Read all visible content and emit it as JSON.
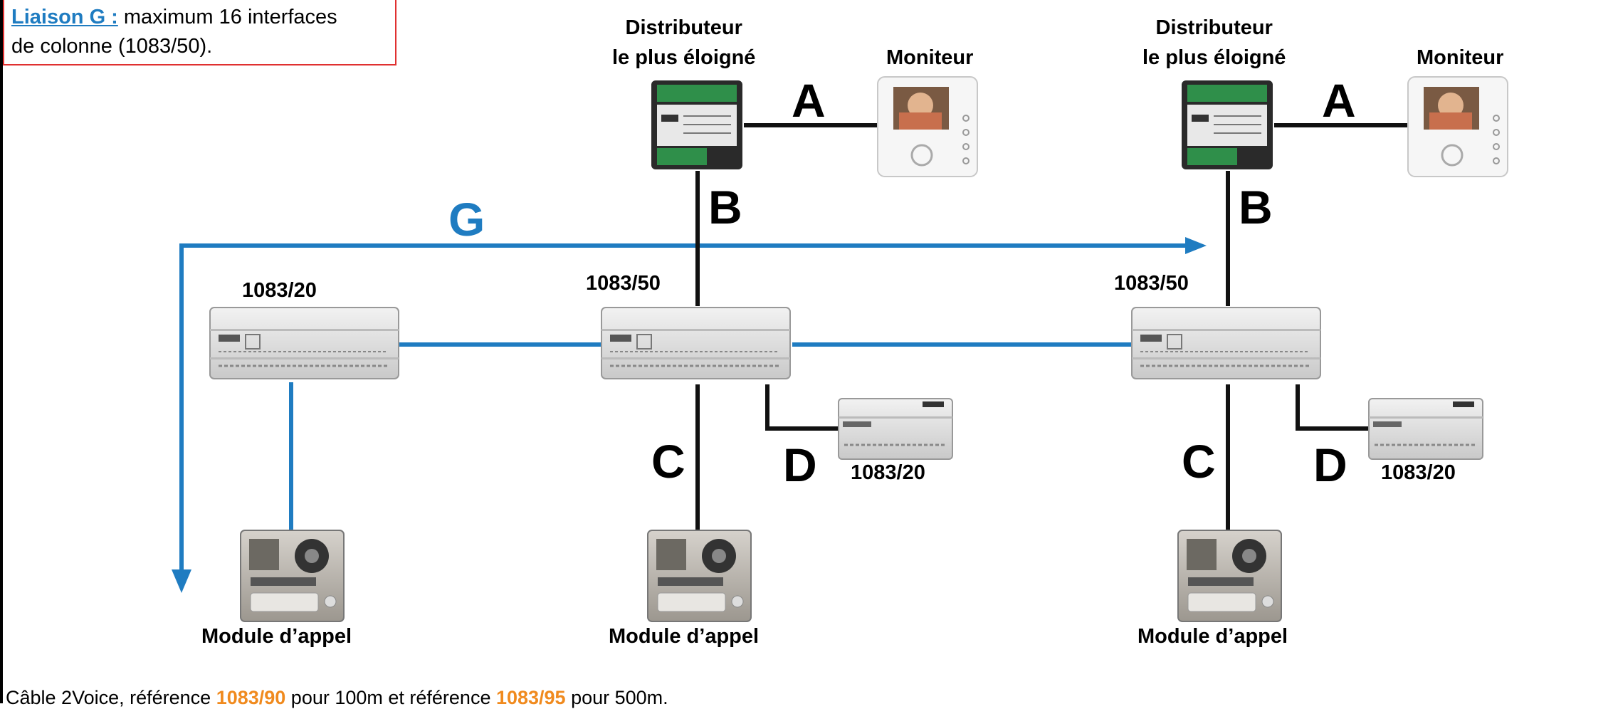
{
  "note": {
    "ref": "Liaison G :",
    "text1": " maximum 16 interfaces",
    "text2": "de colonne (1083/50)."
  },
  "labels": {
    "distributeur_1": "Distributeur",
    "distributeur_2": "le plus éloigné",
    "moniteur": "Moniteur",
    "adapter": "1083/50",
    "supply": "1083/20",
    "module": "Module d’appel"
  },
  "letters": {
    "a": "A",
    "b": "B",
    "c": "C",
    "d": "D",
    "g": "G"
  },
  "footer": {
    "pre": "Câble 2Voice, référence ",
    "ref1": "1083/90",
    "mid": " pour 100m et référence ",
    "ref2": "1083/95",
    "post": " pour 500m."
  },
  "colors": {
    "blue_line": "#1f7cc1",
    "black_line": "#111111",
    "highlight": "#f08a1e",
    "note_border": "#e03030"
  }
}
